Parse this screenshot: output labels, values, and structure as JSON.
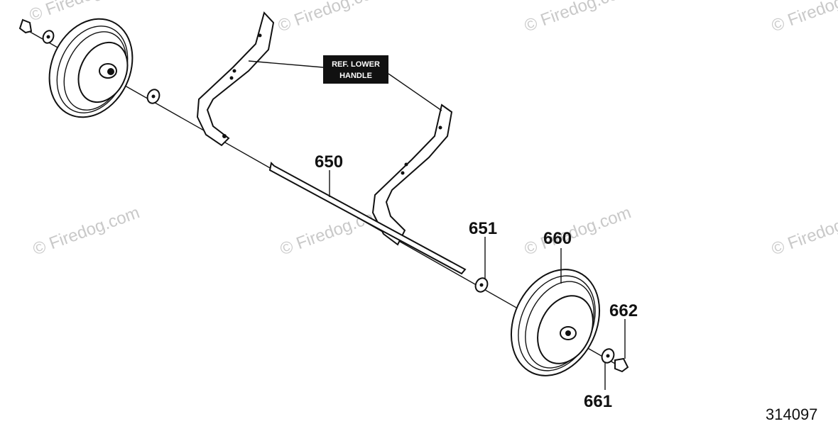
{
  "diagram": {
    "drawing_number": "314097",
    "reference_label": {
      "line1": "REF. LOWER",
      "line2": "HANDLE"
    },
    "callouts": {
      "axle": "650",
      "inner_washer": "651",
      "wheel": "660",
      "outer_washer": "661",
      "e_clip": "662"
    },
    "watermark": "© Firedog.com",
    "colors": {
      "ink": "#111111",
      "label_bg": "#111111",
      "watermark": "#c9c9c9"
    }
  }
}
